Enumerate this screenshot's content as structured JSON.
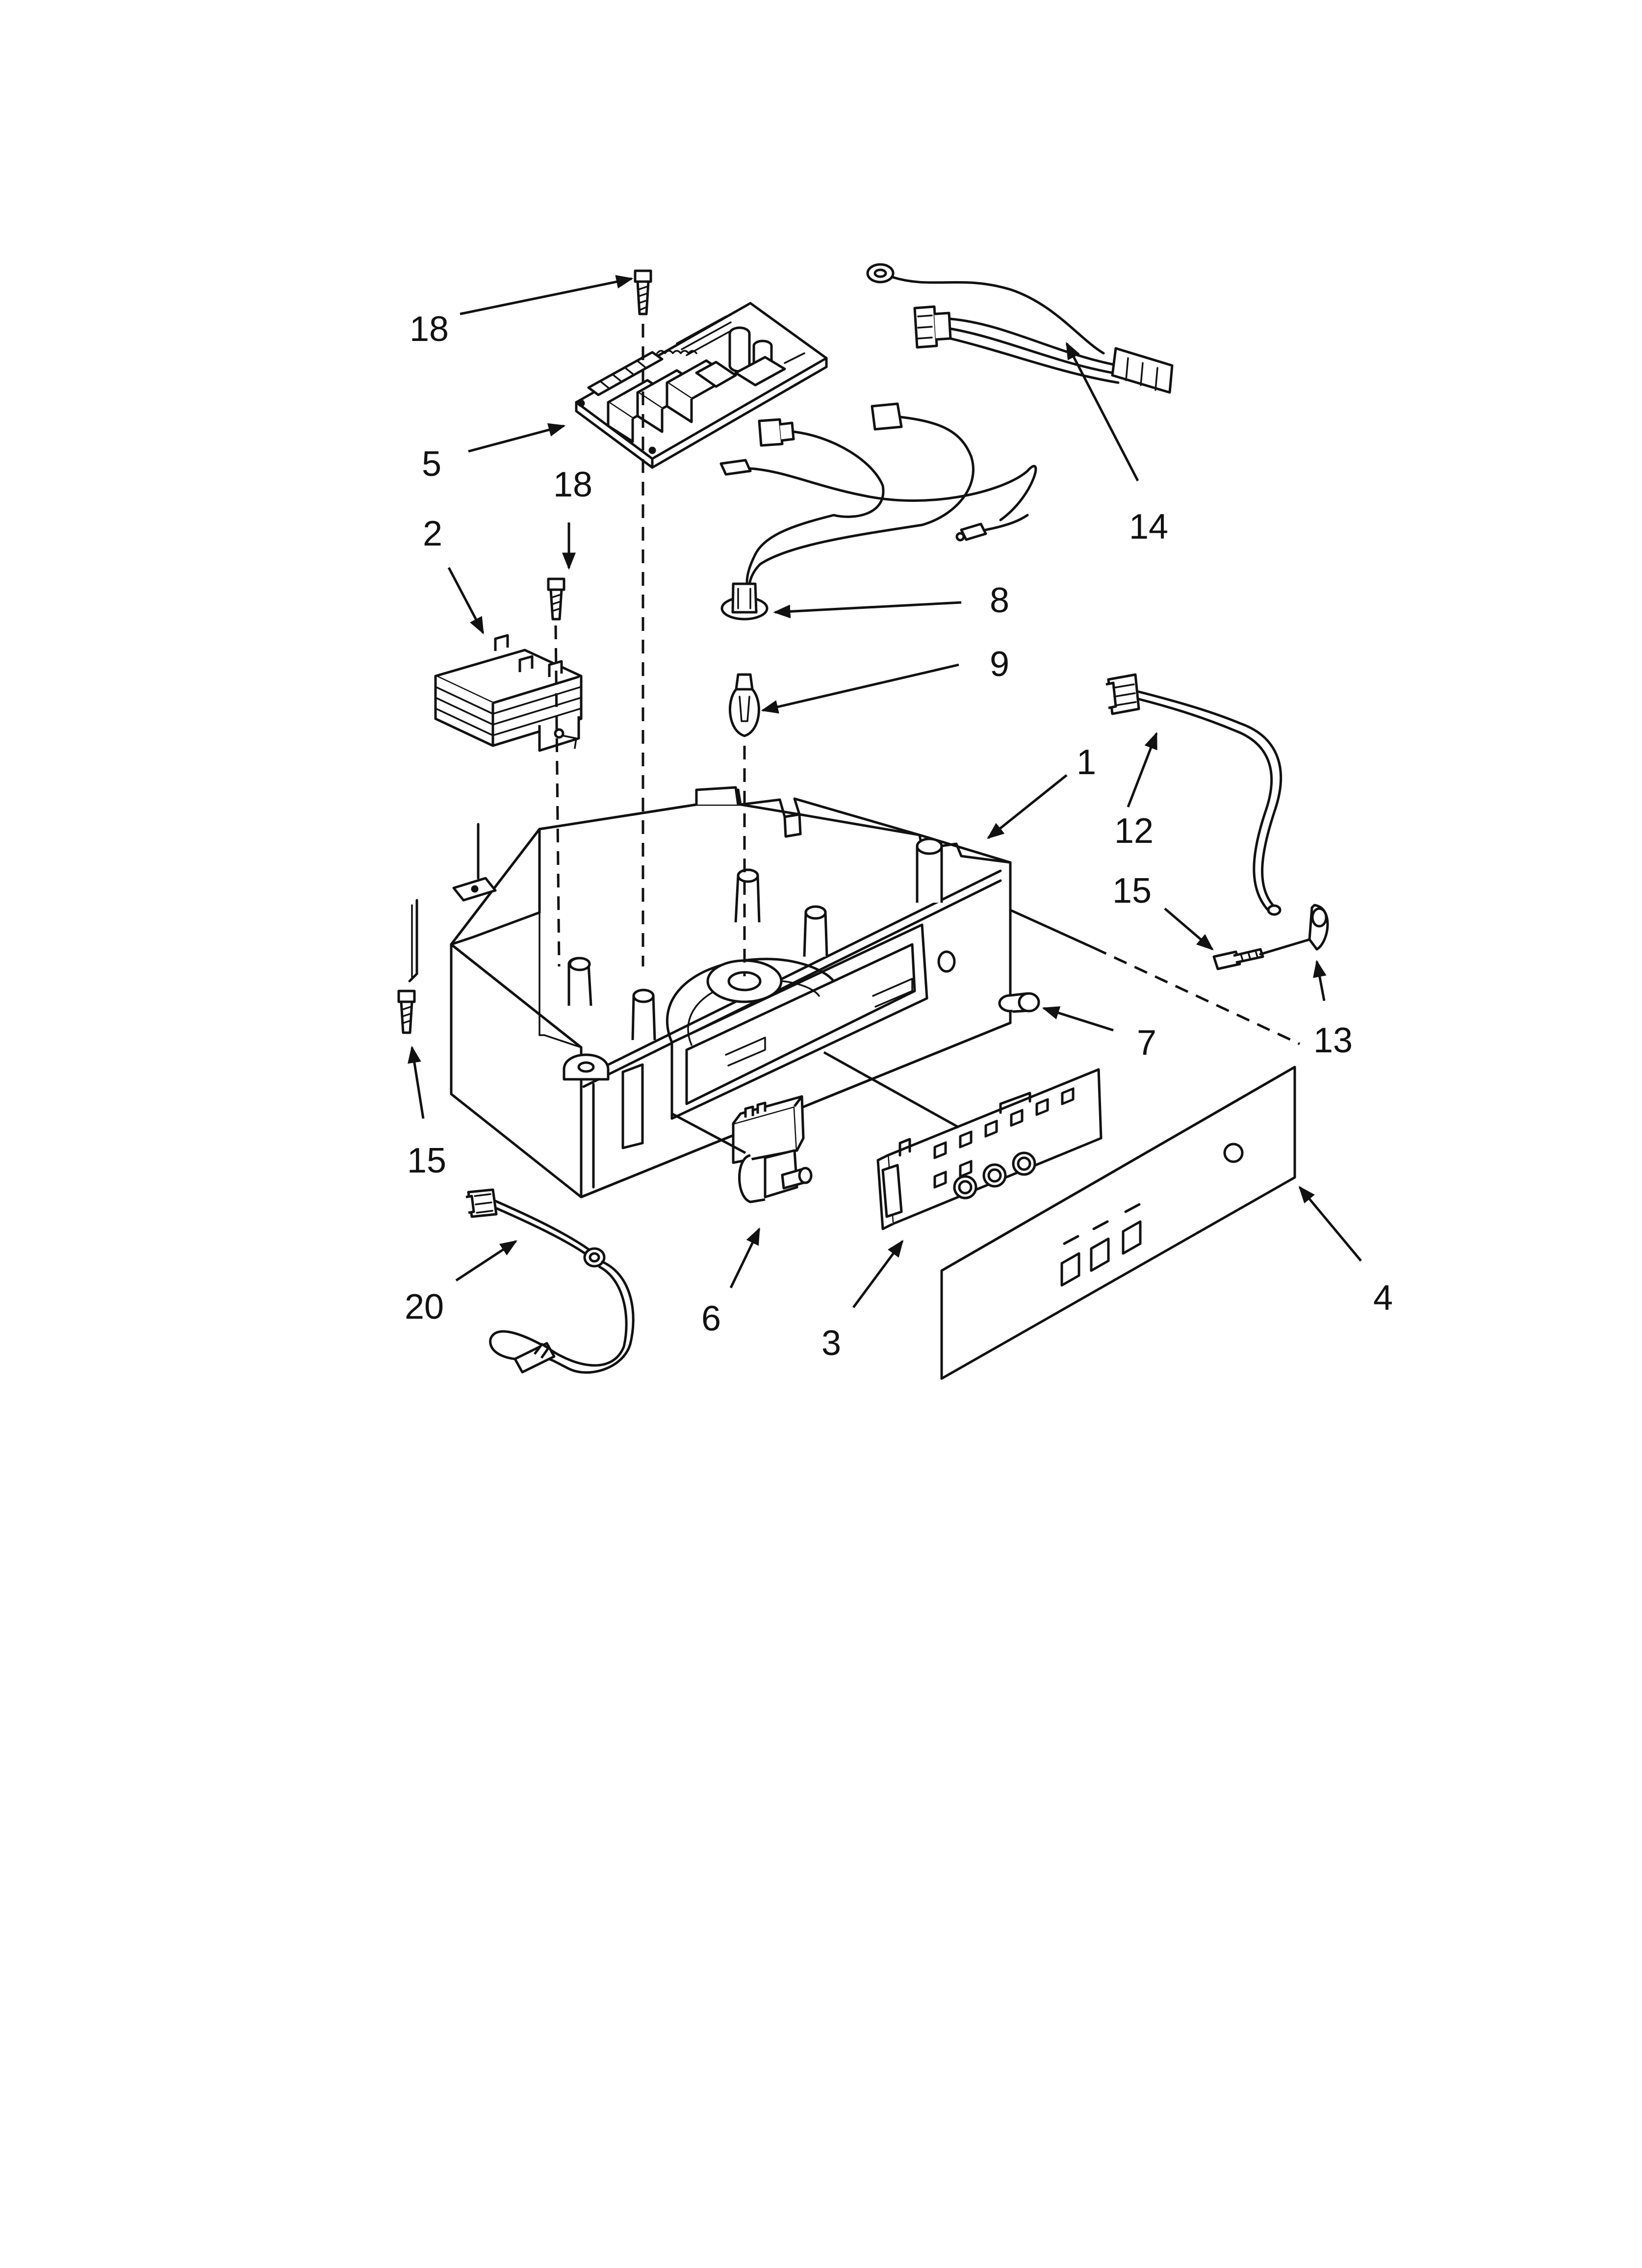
{
  "colors": {
    "ink": "#111111",
    "background": "#ffffff"
  },
  "callouts": [
    {
      "id": "c18a",
      "text": "18"
    },
    {
      "id": "c5",
      "text": "5"
    },
    {
      "id": "c18b",
      "text": "18"
    },
    {
      "id": "c2",
      "text": "2"
    },
    {
      "id": "c14",
      "text": "14"
    },
    {
      "id": "c8",
      "text": "8"
    },
    {
      "id": "c9",
      "text": "9"
    },
    {
      "id": "c1",
      "text": "1"
    },
    {
      "id": "c12",
      "text": "12"
    },
    {
      "id": "c15a",
      "text": "15"
    },
    {
      "id": "c13",
      "text": "13"
    },
    {
      "id": "c7",
      "text": "7"
    },
    {
      "id": "c15b",
      "text": "15"
    },
    {
      "id": "c20",
      "text": "20"
    },
    {
      "id": "c6",
      "text": "6"
    },
    {
      "id": "c3",
      "text": "3"
    },
    {
      "id": "c4",
      "text": "4"
    }
  ]
}
